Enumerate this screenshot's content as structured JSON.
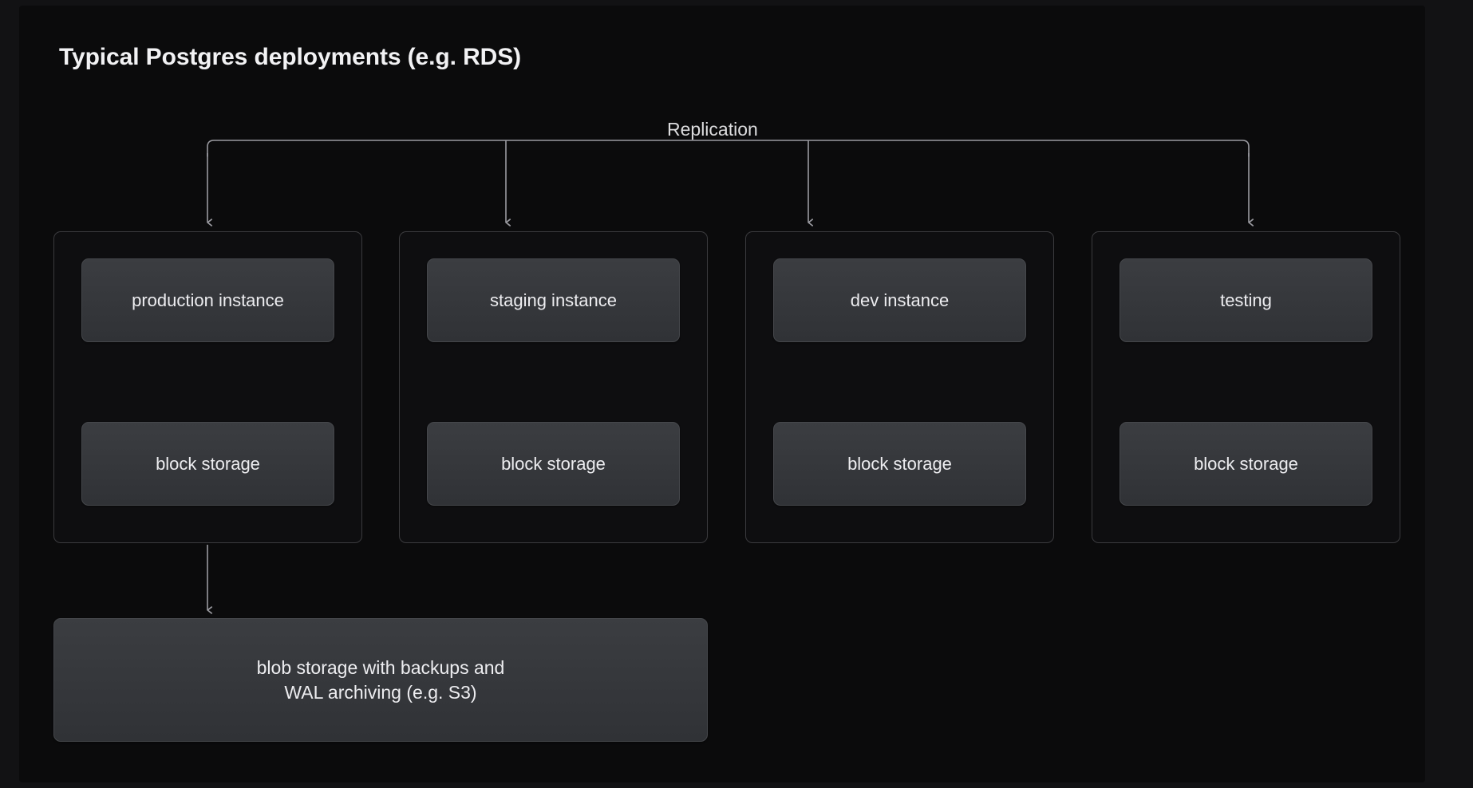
{
  "title": "Typical Postgres deployments (e.g. RDS)",
  "colors": {
    "page_background": "#121214",
    "canvas_background": "#0b0b0c",
    "group_border": "#3b3b3e",
    "group_background": "#0e0e10",
    "node_fill": "#34363a",
    "node_border": "#45474b",
    "text_primary": "#f2f2f4",
    "text_node": "#ededf0",
    "connector": "#9a9aa0"
  },
  "replication": {
    "label": "Replication"
  },
  "groups": [
    {
      "instance_label": "production instance",
      "storage_label": "block storage",
      "link": "bidirectional"
    },
    {
      "instance_label": "staging instance",
      "storage_label": "block storage",
      "link": "bidirectional"
    },
    {
      "instance_label": "dev instance",
      "storage_label": "block storage",
      "link": "bidirectional"
    },
    {
      "instance_label": "testing",
      "storage_label": "block storage",
      "link": "bidirectional"
    }
  ],
  "blob_storage": {
    "line1": "blob storage with backups and",
    "line2": "WAL archiving (e.g. S3)"
  }
}
